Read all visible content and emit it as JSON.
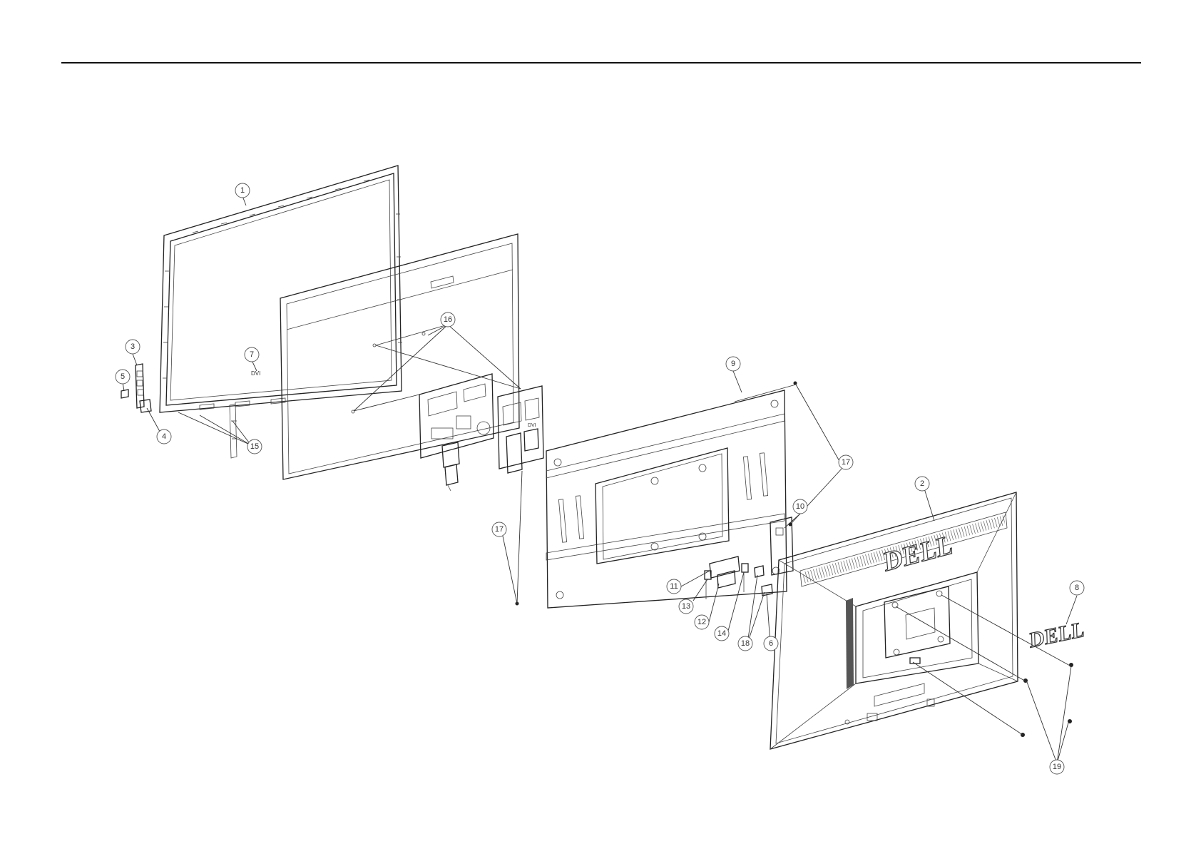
{
  "logos": {
    "back_cover_logo": "DELL",
    "loose_logo": "DELL",
    "panel_dvi_mark": "DVI"
  },
  "callouts": [
    {
      "id": "c1",
      "label": "1"
    },
    {
      "id": "c2",
      "label": "2"
    },
    {
      "id": "c3",
      "label": "3"
    },
    {
      "id": "c4",
      "label": "4"
    },
    {
      "id": "c5",
      "label": "5"
    },
    {
      "id": "c6",
      "label": "6"
    },
    {
      "id": "c7",
      "label": "7"
    },
    {
      "id": "c8",
      "label": "8"
    },
    {
      "id": "c9",
      "label": "9"
    },
    {
      "id": "c10",
      "label": "10"
    },
    {
      "id": "c11",
      "label": "11"
    },
    {
      "id": "c12",
      "label": "12"
    },
    {
      "id": "c13",
      "label": "13"
    },
    {
      "id": "c14",
      "label": "14"
    },
    {
      "id": "c15",
      "label": "15"
    },
    {
      "id": "c16",
      "label": "16"
    },
    {
      "id": "c17a",
      "label": "17"
    },
    {
      "id": "c17b",
      "label": "17"
    },
    {
      "id": "c18",
      "label": "18"
    },
    {
      "id": "c19",
      "label": "19"
    }
  ]
}
